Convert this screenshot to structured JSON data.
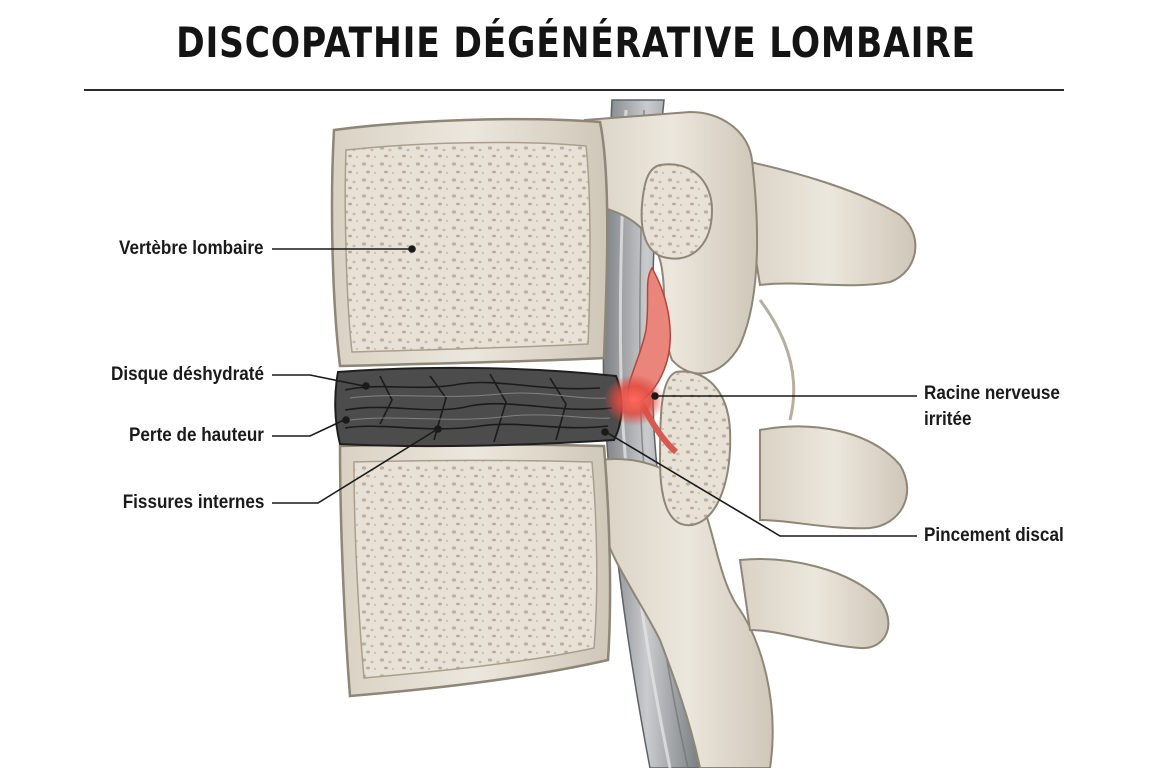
{
  "title": "DISCOPATHIE DÉGÉNÉRATIVE LOMBAIRE",
  "labels": {
    "vertebre": "Vertèbre lombaire",
    "disque": "Disque déshydraté",
    "perte": "Perte de hauteur",
    "fissures": "Fissures internes",
    "racine_line1": "Racine nerveuse",
    "racine_line2": "irritée",
    "pincement": "Pincement discal"
  },
  "colors": {
    "bone": "#e6e0d4",
    "bone_shadow": "#c9c1b2",
    "disc": "#4a4a4a",
    "nerve": "#a9acae",
    "inflammation": "#e24a3f"
  }
}
